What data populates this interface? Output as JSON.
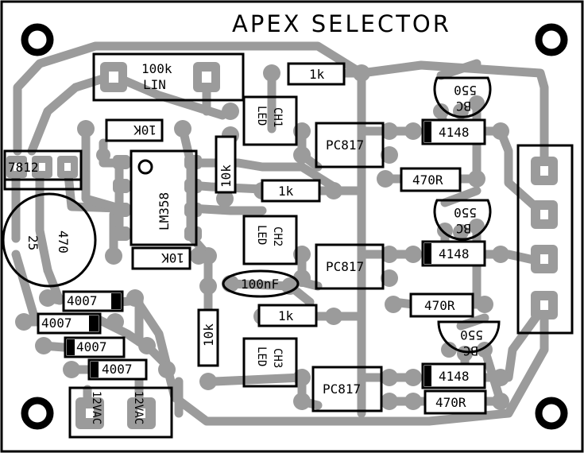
{
  "board": {
    "title": "APEX SELECTOR",
    "trace_color": "#9b9b9b",
    "outline_color": "#000000"
  },
  "components": {
    "pot": {
      "value": "100k",
      "type": "LIN"
    },
    "regulator": "7812",
    "capacitor_value": "470",
    "capacitor_voltage": "25",
    "opamp": "LM358",
    "r_10k_top": "10K",
    "r_10k_bottom": "10K",
    "r_10k_vertical_1": "10k",
    "r_10k_vertical_2": "10k",
    "cap_100nf": "100nF",
    "r_1k_1": "1k",
    "r_1k_2": "1k",
    "r_1k_3": "1k",
    "r_470_1": "470R",
    "r_470_2": "470R",
    "r_470_3": "470R",
    "optocouplers": [
      "PC817",
      "PC817",
      "PC817"
    ],
    "leds": [
      [
        "CH1",
        "LED"
      ],
      [
        "CH2",
        "LED"
      ],
      [
        "CH3",
        "LED"
      ]
    ],
    "diodes_4148": [
      "4148",
      "4148",
      "4148"
    ],
    "transistors": [
      [
        "BC",
        "550"
      ],
      [
        "BC",
        "550"
      ],
      [
        "BC",
        "550"
      ]
    ],
    "rectifiers": [
      "4007",
      "4007",
      "4007",
      "4007"
    ],
    "ac_input": [
      "12VAC",
      "12VAC"
    ]
  }
}
